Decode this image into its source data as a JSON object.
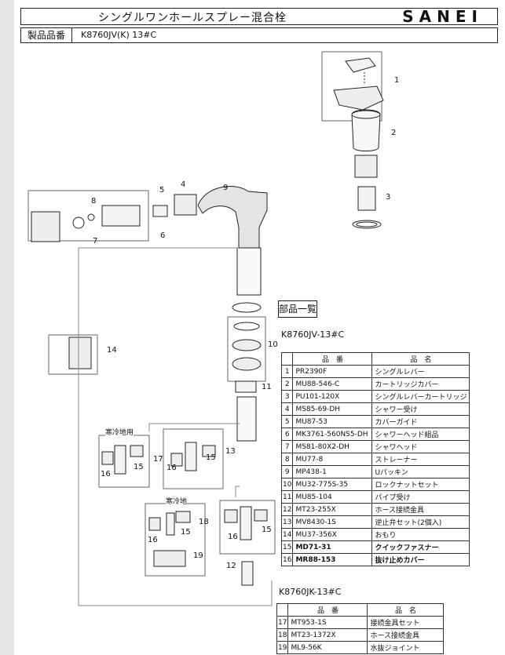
{
  "header": {
    "title": "シングルワンホールスプレー混合栓",
    "brand": "SANEI"
  },
  "product": {
    "label": "製品品番",
    "value": "K8760JV(K)  13#C"
  },
  "diagram": {
    "callouts": [
      "1",
      "2",
      "3",
      "4",
      "5",
      "6",
      "7",
      "8",
      "9",
      "10",
      "11",
      "12",
      "13",
      "14",
      "15",
      "16",
      "17",
      "18",
      "19"
    ],
    "cold_region_label_1": "寒冷地用",
    "cold_region_label_2": "寒冷地"
  },
  "parts_list": {
    "title": "部品一覧",
    "model": "K8760JV-13#C",
    "columns": [
      "品　番",
      "品　名"
    ],
    "rows": [
      {
        "no": "1",
        "code": "PR2390F",
        "name": "シングルレバー"
      },
      {
        "no": "2",
        "code": "MU88-546-C",
        "name": "カートリッジカバー"
      },
      {
        "no": "3",
        "code": "PU101-120X",
        "name": "シングルレバーカートリッジ"
      },
      {
        "no": "4",
        "code": "MS85-69-DH",
        "name": "シャワー受け"
      },
      {
        "no": "5",
        "code": "MU87-53",
        "name": "カバーガイド"
      },
      {
        "no": "6",
        "code": "MK3761-560NS5-DH",
        "name": "シャワーヘッド組品"
      },
      {
        "no": "7",
        "code": "MS81-80X2-DH",
        "name": "シャワヘッド"
      },
      {
        "no": "8",
        "code": "MU77-8",
        "name": "ストレーナー"
      },
      {
        "no": "9",
        "code": "MP438-1",
        "name": "Uパッキン"
      },
      {
        "no": "10",
        "code": "MU32-775S-35",
        "name": "ロックナットセット"
      },
      {
        "no": "11",
        "code": "MU85-104",
        "name": "パイプ受け"
      },
      {
        "no": "12",
        "code": "MT23-255X",
        "name": "ホース接続金具"
      },
      {
        "no": "13",
        "code": "MV8430-1S",
        "name": "逆止弁セット(2個入)"
      },
      {
        "no": "14",
        "code": "MU37-356X",
        "name": "おもり"
      },
      {
        "no": "15",
        "code": "MD71-31",
        "name": "クイックファスナー"
      },
      {
        "no": "16",
        "code": "MR88-153",
        "name": "抜け止めカバー"
      }
    ]
  },
  "parts_list_2": {
    "model": "K8760JK-13#C",
    "columns": [
      "品　番",
      "品　名"
    ],
    "rows": [
      {
        "no": "17",
        "code": "MT953-1S",
        "name": "接続金具セット"
      },
      {
        "no": "18",
        "code": "MT23-1372X",
        "name": "ホース接続金具"
      },
      {
        "no": "19",
        "code": "ML9-56K",
        "name": "水抜ジョイント"
      }
    ]
  }
}
